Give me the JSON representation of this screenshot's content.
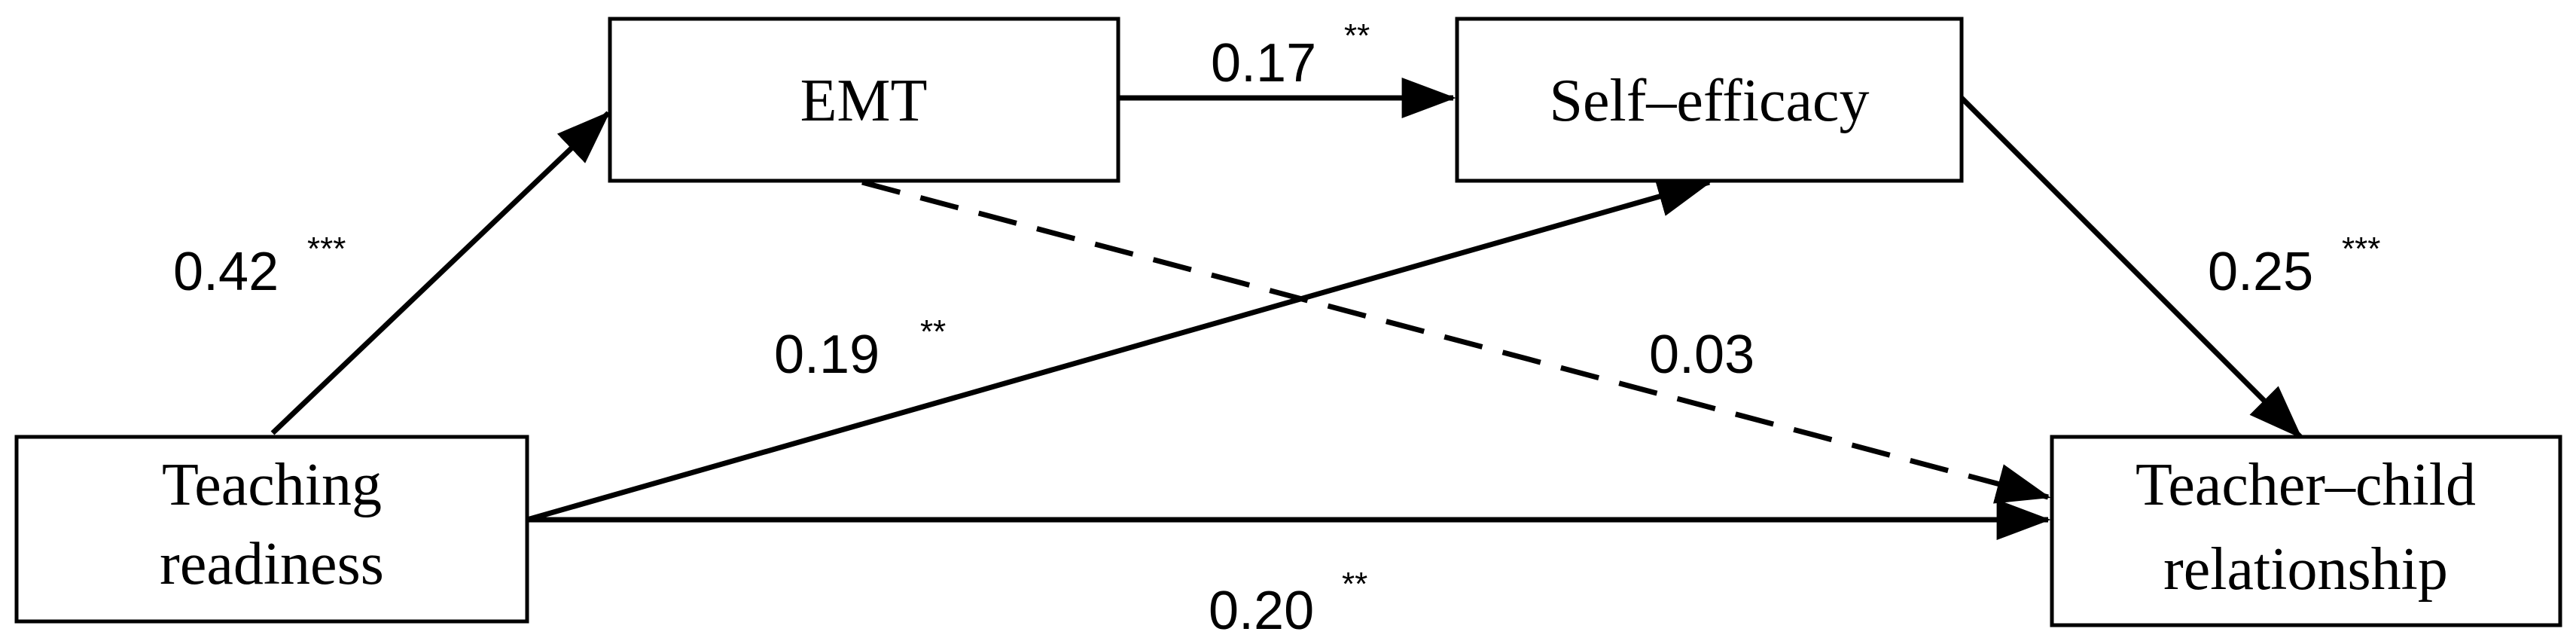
{
  "nodes": {
    "teaching_readiness": {
      "line1": "Teaching",
      "line2": "readiness"
    },
    "emt": {
      "label": "EMT"
    },
    "self_efficacy": {
      "label": "Self–efficacy"
    },
    "teacher_child": {
      "line1": "Teacher–child",
      "line2": "relationship"
    }
  },
  "paths": {
    "readiness_to_emt": {
      "coef": "0.42",
      "sig": "***",
      "style": "solid"
    },
    "emt_to_efficacy": {
      "coef": "0.17",
      "sig": "**",
      "style": "solid"
    },
    "readiness_to_efficacy": {
      "coef": "0.19",
      "sig": "**",
      "style": "solid"
    },
    "emt_to_relationship": {
      "coef": "0.03",
      "sig": "",
      "style": "dashed"
    },
    "efficacy_to_relationship": {
      "coef": "0.25",
      "sig": "***",
      "style": "solid"
    },
    "readiness_to_relationship": {
      "coef": "0.20",
      "sig": "**",
      "style": "solid"
    }
  },
  "colors": {
    "stroke": "#000000",
    "background": "#ffffff"
  }
}
